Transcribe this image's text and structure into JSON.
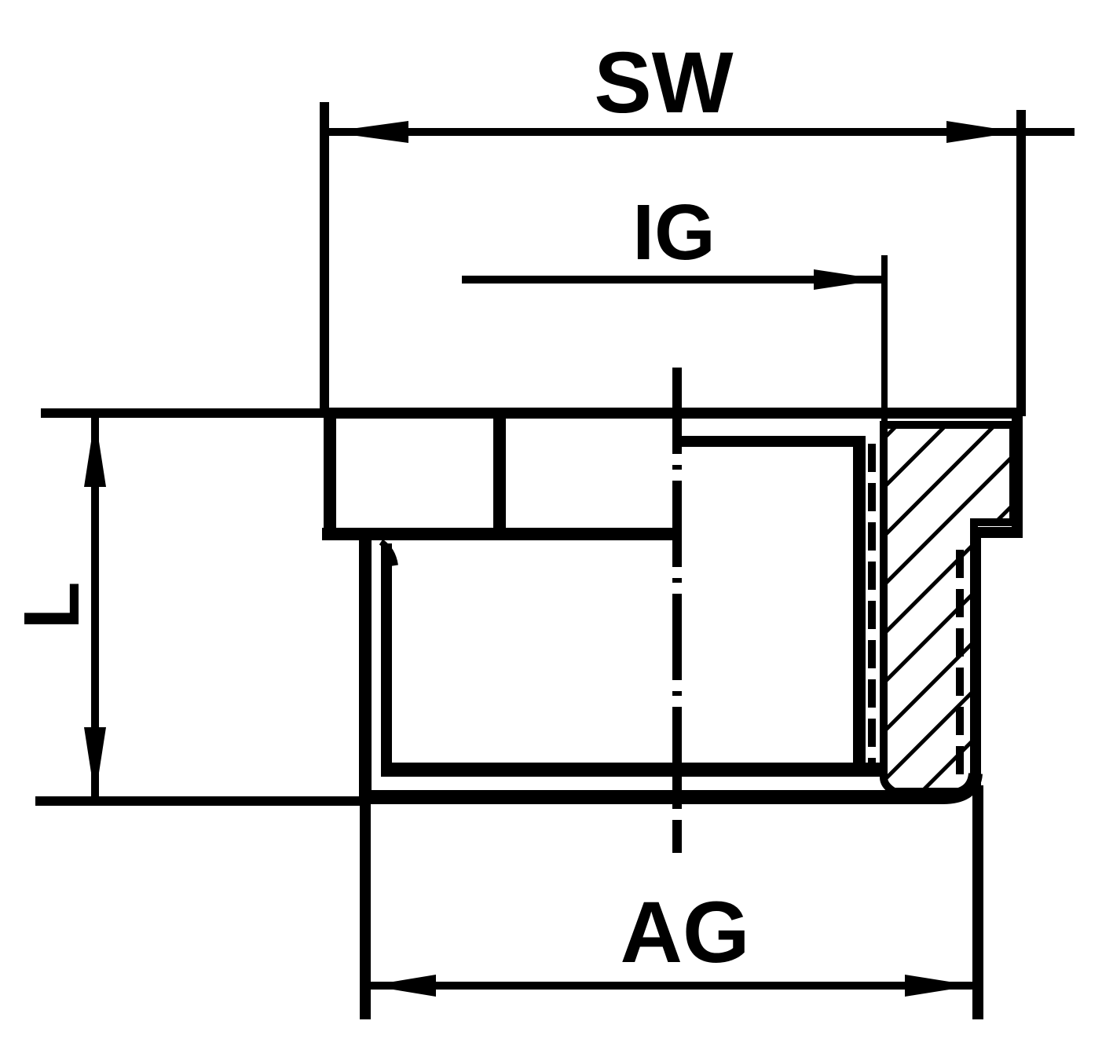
{
  "labels": {
    "sw": "SW",
    "ig": "IG",
    "l": "L",
    "ag": "AG"
  },
  "colors": {
    "line": "#000000",
    "background": "#ffffff"
  }
}
